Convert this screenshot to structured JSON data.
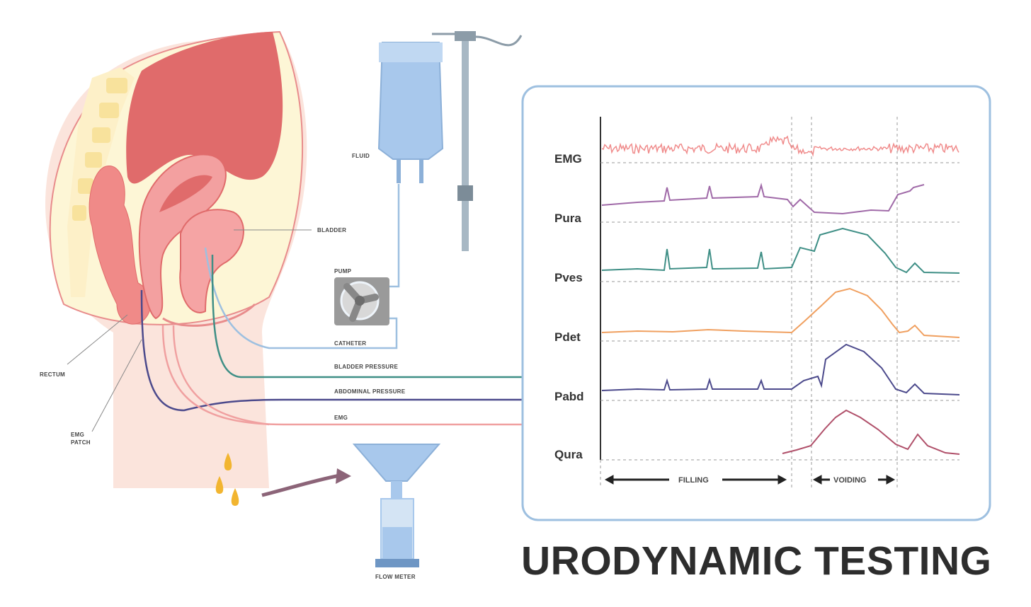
{
  "title": "URODYNAMIC TESTING",
  "labels": {
    "fluid": "FLUID",
    "bladder": "BLADDER",
    "pump": "PUMP",
    "catheter": "CATHETER",
    "bladder_pressure": "BLADDER PRESSURE",
    "abdominal_pressure": "ABDOMINAL PRESSURE",
    "emg": "EMG",
    "rectum": "RECTUM",
    "emg_patch_1": "EMG",
    "emg_patch_2": "PATCH",
    "flow_meter": "FLOW METER"
  },
  "chart": {
    "traces": [
      "EMG",
      "Pura",
      "Pves",
      "Pdet",
      "Pabd",
      "Qura"
    ],
    "phases": {
      "filling": "FILLING",
      "voiding": "VOIDING"
    }
  },
  "colors": {
    "emg": "#f08c8c",
    "pura": "#a06aa8",
    "pves": "#3f8f86",
    "pdet": "#f0a060",
    "pabd": "#4c4a8c",
    "qura": "#b0506a",
    "panel_border": "#9ec0e0"
  }
}
